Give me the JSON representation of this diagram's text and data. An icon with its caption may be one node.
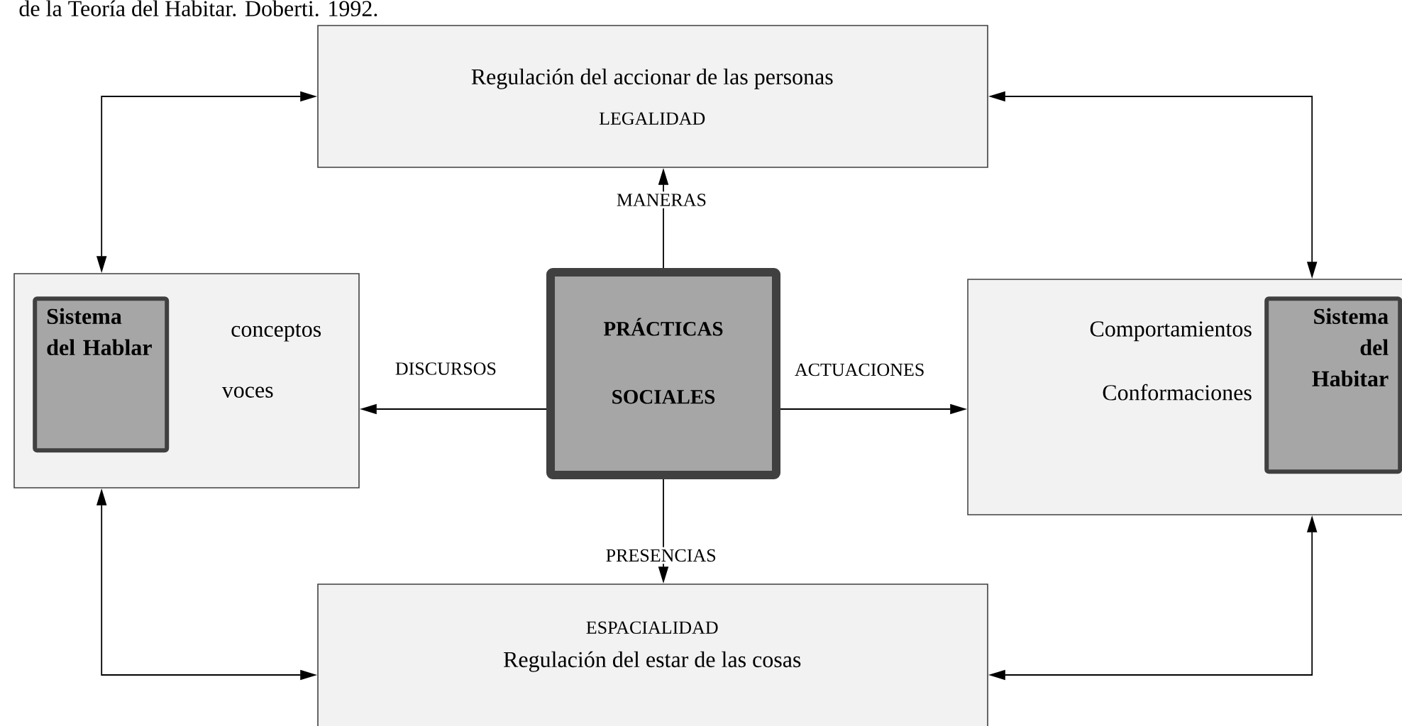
{
  "diagram": {
    "title": "de la Teoría del Habitar. Doberti. 1992.",
    "nodes": [
      {
        "text": [
          "Regulación del accionar de las personas",
          "LEGALIDAD"
        ]
      },
      {
        "text": [
          "conceptos",
          "voces"
        ]
      },
      {
        "text": [
          "Sistema del Hablar"
        ],
        "in": 1
      },
      {
        "text": [
          "PRÁCTICAS SOCIALES"
        ]
      },
      {
        "text": [
          "Comportamientos",
          "Conformaciones"
        ]
      },
      {
        "text": [
          "Sistema del Habitar"
        ],
        "in": 4
      },
      {
        "text": [
          "ESPACIALIDAD",
          "Regulación del estar de las cosas"
        ]
      }
    ],
    "edges": [
      {
        "from": 1,
        "to": 0,
        "arrow": "both"
      },
      {
        "from": 0,
        "to": 4,
        "arrow": "both"
      },
      {
        "from": 3,
        "to": 0,
        "arrow": "to",
        "label": "MANERAS"
      },
      {
        "from": 3,
        "to": 1,
        "arrow": "to",
        "label": "DISCURSOS"
      },
      {
        "from": 3,
        "to": 4,
        "arrow": "to",
        "label": "ACTUACIONES"
      },
      {
        "from": 3,
        "to": 6,
        "arrow": "to",
        "label": "PRESENCIAS"
      },
      {
        "from": 1,
        "to": 6,
        "arrow": "both"
      },
      {
        "from": 6,
        "to": 4,
        "arrow": "both"
      }
    ]
  }
}
